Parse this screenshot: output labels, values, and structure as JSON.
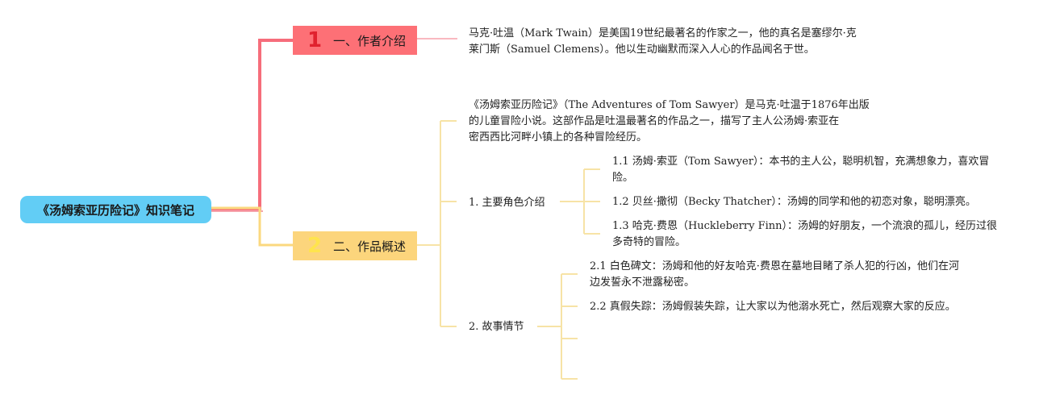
{
  "root": {
    "title": "《汤姆索亚历险记》知识笔记"
  },
  "branches": [
    {
      "number": "1",
      "label": "一、作者介绍"
    },
    {
      "number": "2",
      "label": "二、作品概述"
    }
  ],
  "author_intro": {
    "line1": "马克·吐温（Mark Twain）是美国19世纪最著名的作家之一，他的真名是塞缪尔·克",
    "line2": "莱门斯（Samuel Clemens）。他以生动幽默而深入人心的作品闻名于世。"
  },
  "overview": {
    "summary_line1": "《汤姆索亚历险记》（The Adventures of Tom Sawyer）是马克·吐温于1876年出版",
    "summary_line2": "的儿童冒险小说。这部作品是吐温最著名的作品之一，描写了主人公汤姆·索亚在",
    "summary_line3": "密西西比河畔小镇上的各种冒险经历。",
    "characters": {
      "label": "1. 主要角色介绍",
      "items": [
        {
          "line1": "1.1 汤姆·索亚（Tom Sawyer）：本书的主人公，聪明机智，充满想象力，喜欢冒",
          "line2": "险。"
        },
        {
          "line1": "1.2 贝丝·撒彻（Becky Thatcher）：汤姆的同学和他的初恋对象，聪明漂亮。",
          "line2": ""
        },
        {
          "line1": "1.3 哈克·费恩（Huckleberry Finn）：汤姆的好朋友，一个流浪的孤儿，经历过很",
          "line2": "多奇特的冒险。"
        }
      ]
    },
    "plot": {
      "label": "2. 故事情节",
      "items": [
        {
          "line1": "2.1 白色碑文：汤姆和他的好友哈克·费恩在墓地目睹了杀人犯的行凶，他们在河",
          "line2": "边发誓永不泄露秘密。"
        },
        {
          "line1": "2.2 真假失踪：汤姆假装失踪，让大家以为他溺水死亡，然后观察大家的反应。",
          "line2": ""
        }
      ]
    }
  },
  "colors": {
    "root": "#62cdf5",
    "branch1": "#fd7076",
    "branch2": "#fcd57c",
    "branch2_lines": "#f7e3a6"
  }
}
